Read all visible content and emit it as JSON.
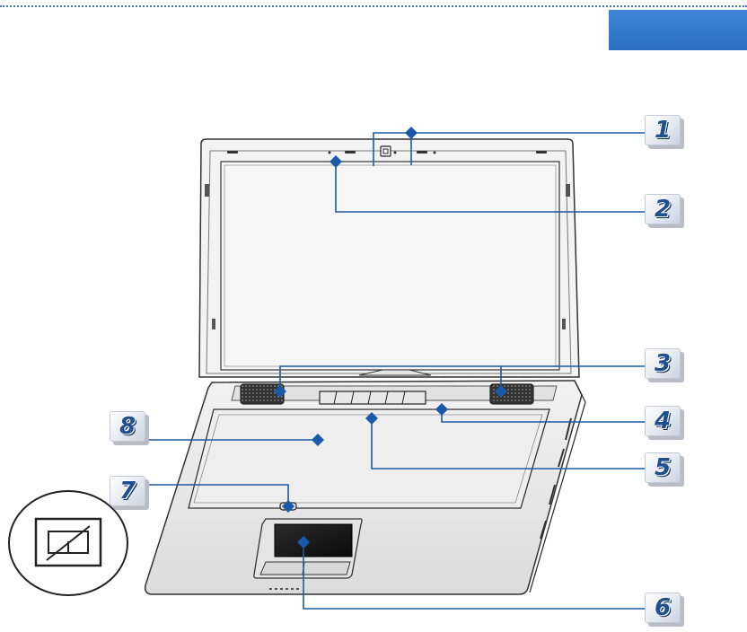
{
  "colors": {
    "accent": "#1a5aa8",
    "header_bar": "#2f78c9",
    "leader_line": "#1a5aa8"
  },
  "callouts": [
    "1",
    "2",
    "3",
    "4",
    "5",
    "6",
    "7",
    "8"
  ],
  "inset_icon": "touchpad-disabled-icon"
}
